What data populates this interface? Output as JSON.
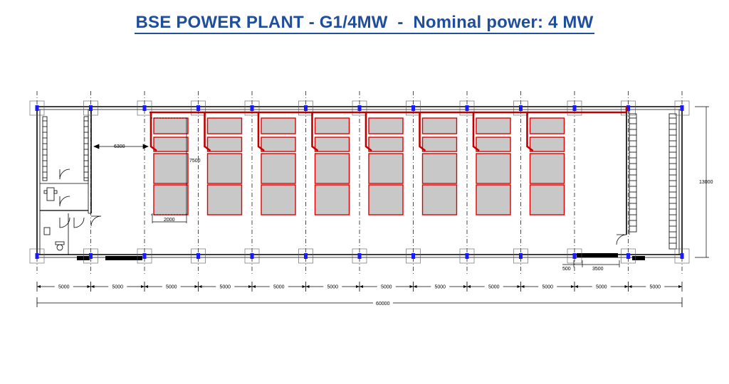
{
  "title": "BSE POWER PLANT - G1/4MW  -  Nominal power: 4 MW",
  "dimensions": {
    "bay_width": "5000",
    "bay_count": 12,
    "total_length": "60000",
    "building_width": "13000",
    "aisle_width": "6300",
    "container_depth": "7500",
    "container_width": "2000",
    "door_offset": "500",
    "door_width": "3500"
  },
  "generator_units": 8,
  "colors": {
    "title": "#1f4e9c",
    "pipe": "#c00000",
    "unit_fill": "#c8c8c8",
    "unit_stroke": "#e00000",
    "column": "#1a1aff",
    "wall": "#000000"
  }
}
